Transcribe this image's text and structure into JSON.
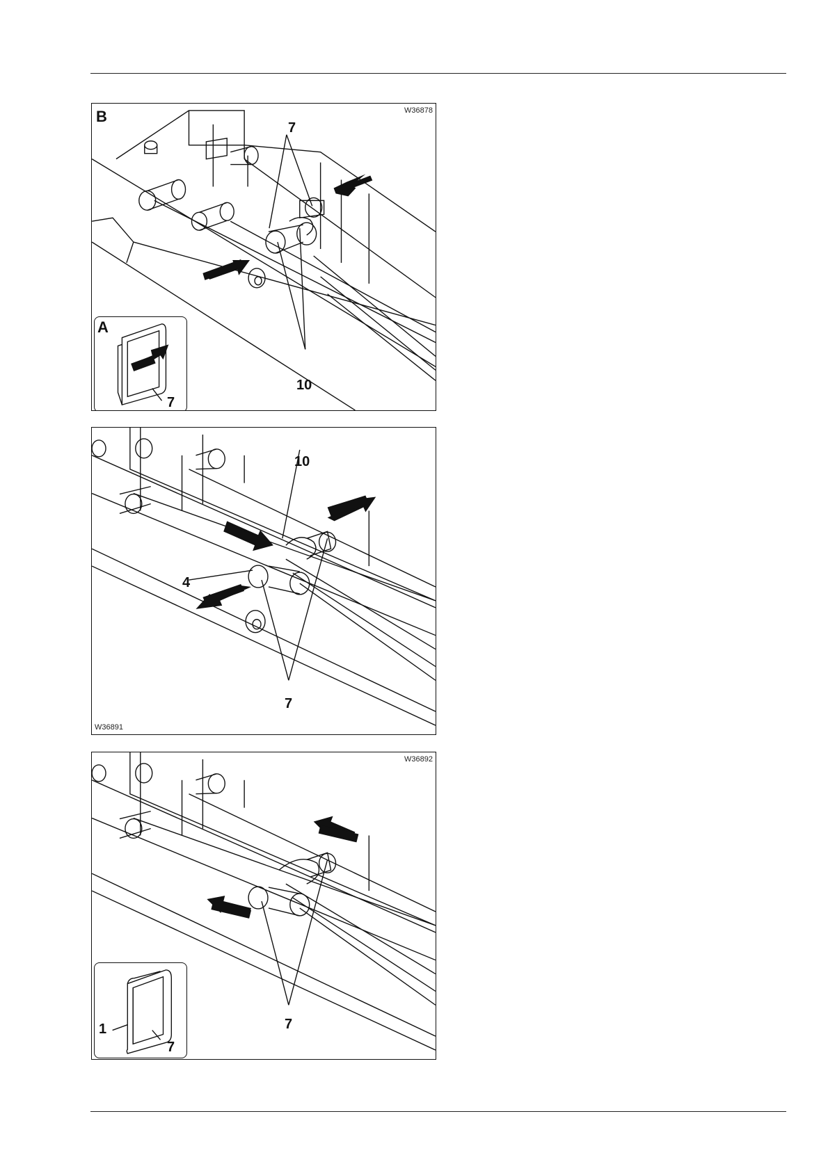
{
  "figures": [
    {
      "code": "W36878",
      "view_label": "B",
      "callouts": [
        "7",
        "10"
      ],
      "inset": {
        "view_label": "A",
        "callouts": [
          "7"
        ]
      }
    },
    {
      "code": "W36891",
      "callouts": [
        "10",
        "4",
        "7"
      ]
    },
    {
      "code": "W36892",
      "callouts": [
        "7"
      ],
      "inset": {
        "callouts": [
          "1",
          "7"
        ]
      }
    }
  ],
  "icons": [
    "direction-arrow-icon"
  ]
}
